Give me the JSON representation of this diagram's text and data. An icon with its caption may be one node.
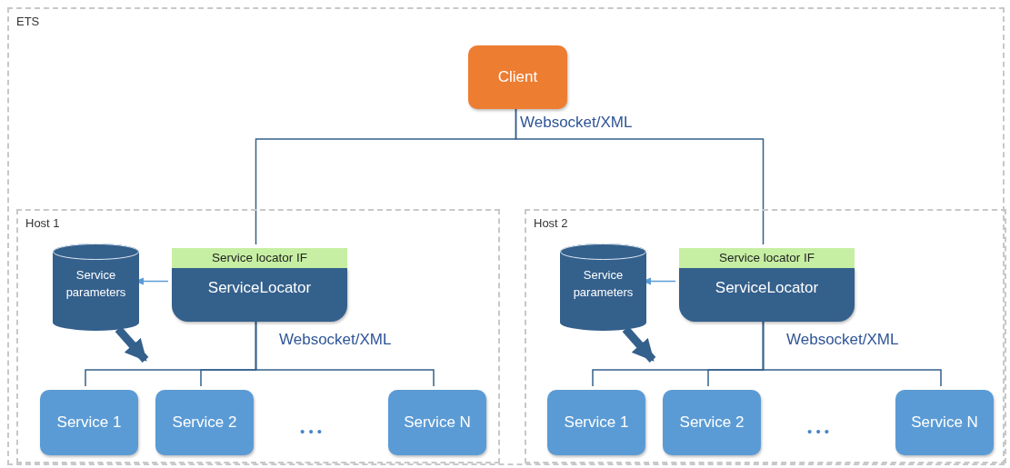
{
  "diagram": {
    "nodes": [
      {
        "text": [
          "ETS"
        ]
      },
      {
        "text": [
          "Client"
        ],
        "in": 0
      },
      {
        "text": [
          "Host 1"
        ],
        "in": 0
      },
      {
        "text": [
          "Service parameters"
        ],
        "in": 2
      },
      {
        "text": [
          "Service locator IF",
          "ServiceLocator"
        ],
        "in": 2
      },
      {
        "text": [
          "Service 1"
        ],
        "in": 2
      },
      {
        "text": [
          "Service 2"
        ],
        "in": 2
      },
      {
        "text": [
          "Service N"
        ],
        "in": 2
      },
      {
        "text": [
          "Host 2"
        ],
        "in": 0
      },
      {
        "text": [
          "Service parameters"
        ],
        "in": 8
      },
      {
        "text": [
          "Service locator IF",
          "ServiceLocator"
        ],
        "in": 8
      },
      {
        "text": [
          "Service 1"
        ],
        "in": 8
      },
      {
        "text": [
          "Service 2"
        ],
        "in": 8
      },
      {
        "text": [
          "Service N"
        ],
        "in": 8
      }
    ],
    "edges": [
      {
        "from": 1,
        "to": 4,
        "arrow": "none",
        "label": "Websocket/XML"
      },
      {
        "from": 1,
        "to": 10,
        "arrow": "none"
      },
      {
        "from": 4,
        "to": 3,
        "arrow": "to",
        "color": "#5b9bd5"
      },
      {
        "from": 4,
        "to": 5,
        "arrow": "none",
        "label": "Websocket/XML"
      },
      {
        "from": 4,
        "to": 6,
        "arrow": "none"
      },
      {
        "from": 4,
        "to": 7,
        "arrow": "none"
      },
      {
        "from": 3,
        "to": 5,
        "arrow": "to",
        "style": "thick"
      },
      {
        "from": 10,
        "to": 9,
        "arrow": "to",
        "color": "#5b9bd5"
      },
      {
        "from": 10,
        "to": 11,
        "arrow": "none",
        "label": "Websocket/XML"
      },
      {
        "from": 10,
        "to": 12,
        "arrow": "none"
      },
      {
        "from": 10,
        "to": 13,
        "arrow": "none"
      },
      {
        "from": 9,
        "to": 11,
        "arrow": "to",
        "style": "thick"
      }
    ],
    "labels": [
      "• • •",
      "• • •"
    ]
  }
}
